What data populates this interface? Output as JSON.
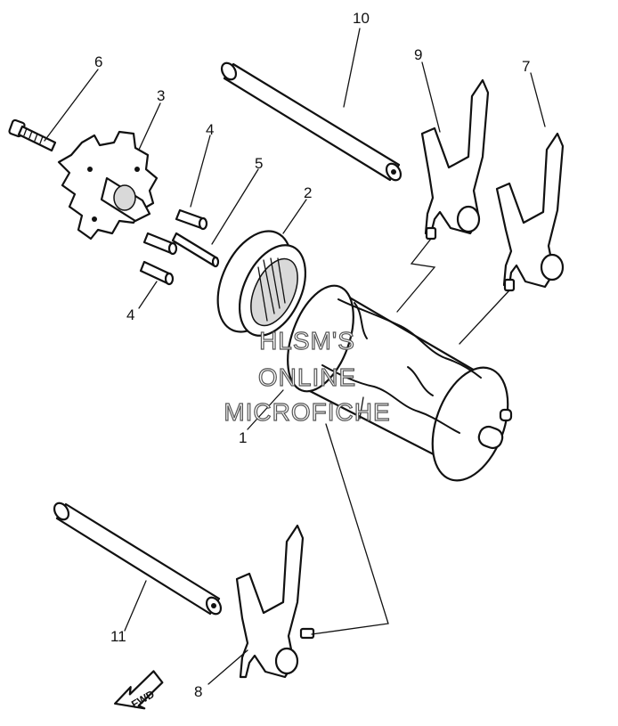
{
  "callouts": {
    "c1": "1",
    "c2": "2",
    "c3": "3",
    "c4a": "4",
    "c4b": "4",
    "c5": "5",
    "c6": "6",
    "c7": "7",
    "c8": "8",
    "c9": "9",
    "c10": "10",
    "c11": "11"
  },
  "watermark": {
    "line1": "HLSM'S",
    "line2": "ONLINE",
    "line3": "MICROFICHE"
  },
  "direction_arrow": {
    "label": "FWD"
  },
  "colors": {
    "ink": "#111111",
    "watermark_outline": "#555555",
    "background": "#ffffff"
  }
}
